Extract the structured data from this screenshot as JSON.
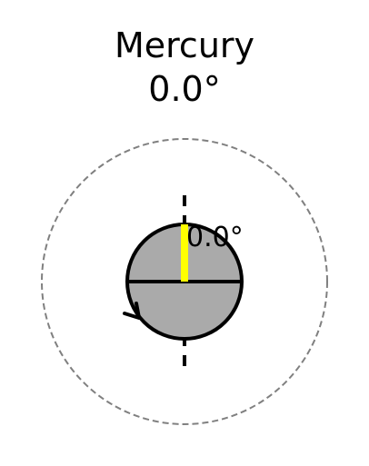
{
  "title": {
    "planet": "Mercury",
    "tilt": "0.0°"
  },
  "diagram": {
    "axial_tilt_degrees": 0.0,
    "tilt_label": "0.0°",
    "rotation_direction": "counterclockwise",
    "colors": {
      "planet_fill": "#aaaaaa",
      "outline": "#000000",
      "axis_marker": "#ffff00",
      "orbit_circle": "#808080",
      "reference_axis": "#000000"
    }
  }
}
